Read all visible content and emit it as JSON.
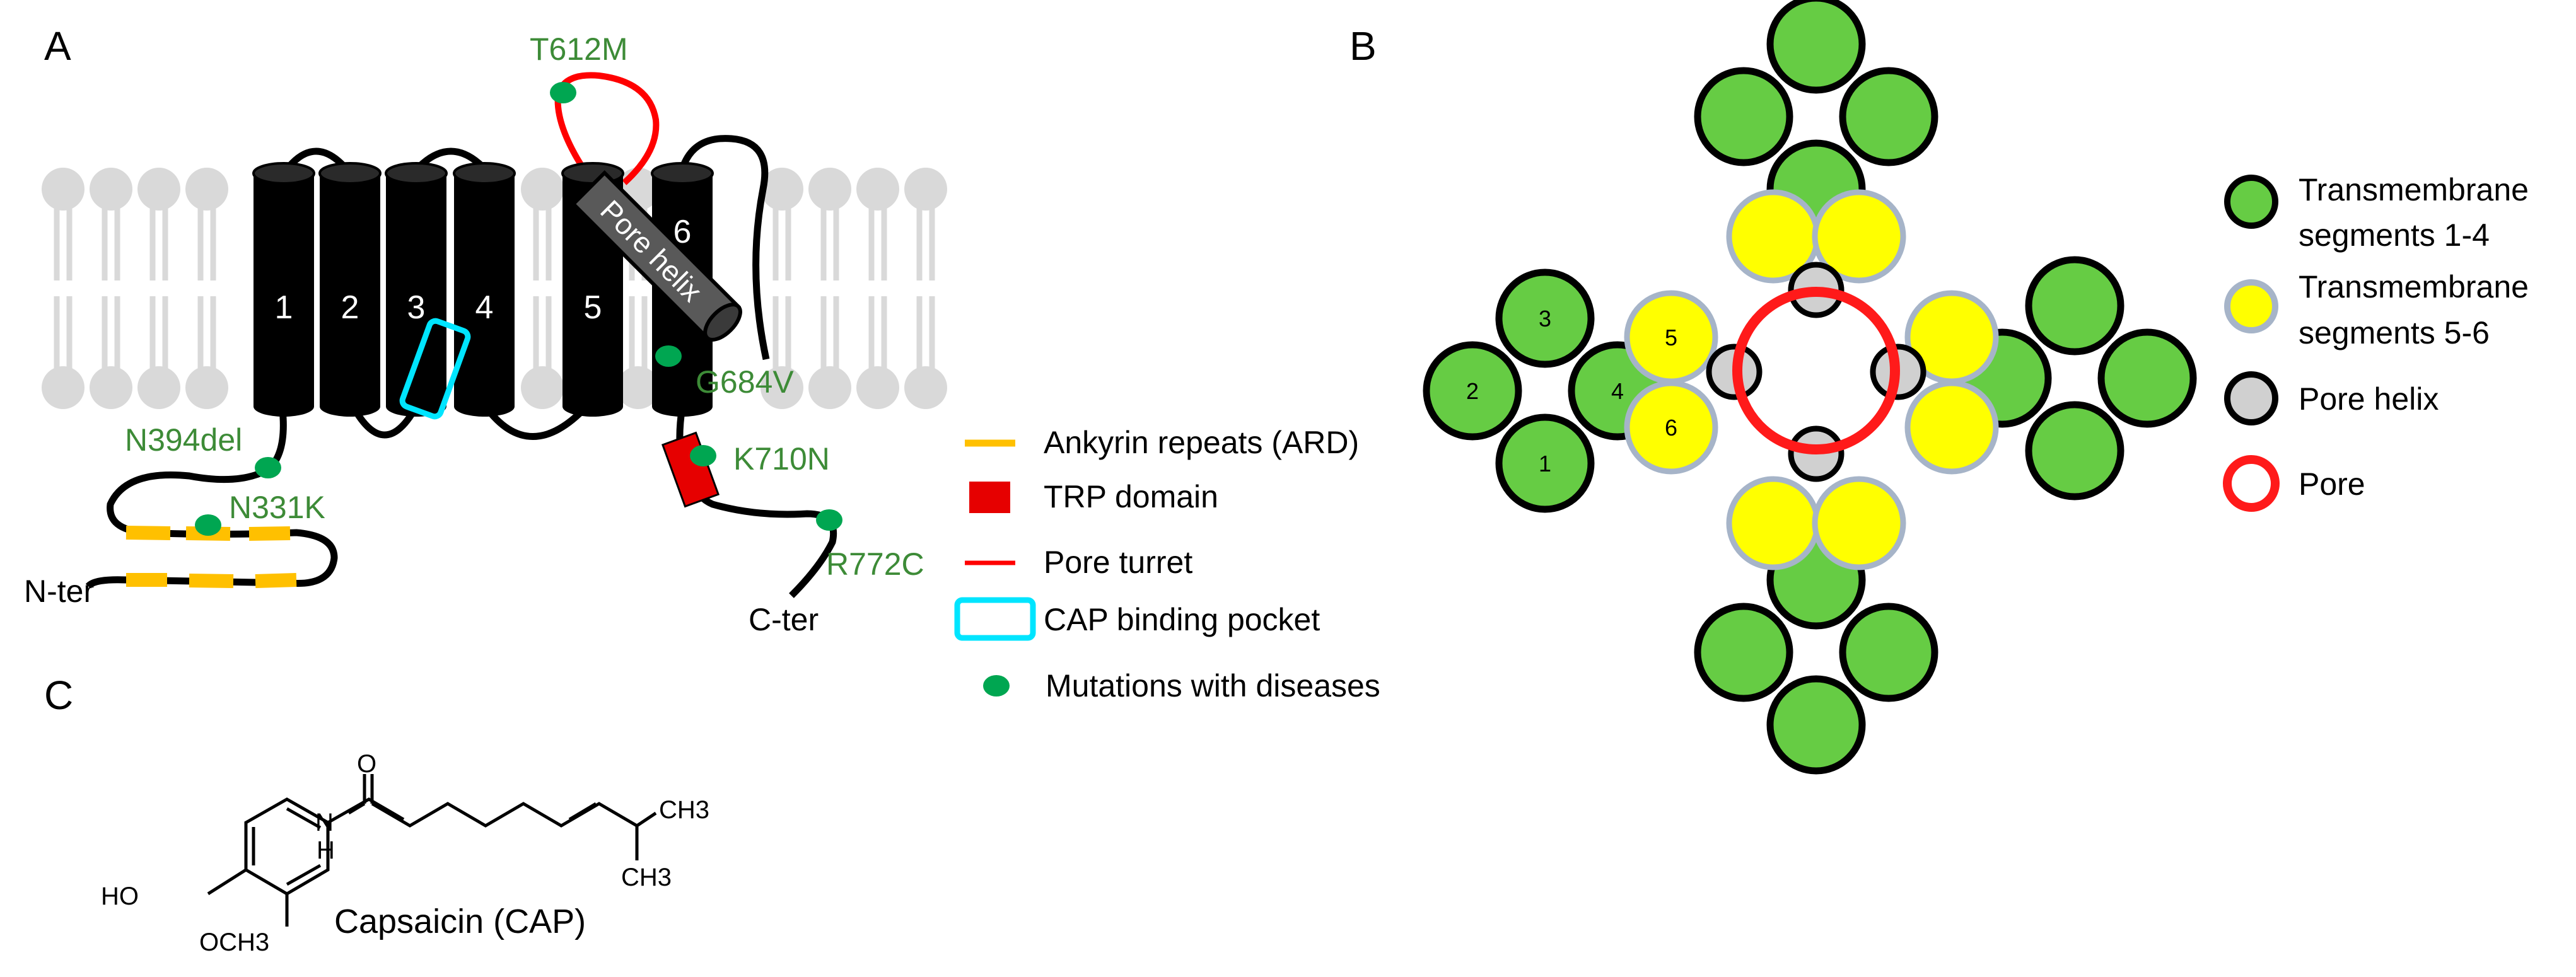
{
  "panels": {
    "a": "A",
    "b": "B",
    "c": "C"
  },
  "panel_a": {
    "helices": [
      "1",
      "2",
      "3",
      "4",
      "5",
      "6"
    ],
    "pore_helix_label": "Pore helix",
    "n_terminus": "N-ter",
    "c_terminus": "C-ter",
    "mutations": {
      "t612m": "T612M",
      "g684v": "G684V",
      "k710n": "K710N",
      "r772c": "R772C",
      "n394del": "N394del",
      "n331k": "N331K"
    },
    "legend": {
      "ard": "Ankyrin repeats (ARD)",
      "trp": "TRP domain",
      "turret": "Pore turret",
      "cap_pocket": "CAP binding pocket",
      "mutations": "Mutations with diseases"
    },
    "colors": {
      "helix": "#000000",
      "pore_helix": "#595959",
      "ankyrin": "#ffc000",
      "trp": "#e60000",
      "turret": "#ff0000",
      "cap_pocket": "#00e5ff",
      "mutation": "#00a651",
      "mutation_label": "#3d8b37",
      "lipid": "#d9d9d9"
    }
  },
  "panel_b": {
    "tm_labels": [
      "1",
      "2",
      "3",
      "4"
    ],
    "s56_labels": [
      "5",
      "6"
    ],
    "legend": {
      "tm14_line1": "Transmembrane",
      "tm14_line2": "segments 1-4",
      "tm56_line1": "Transmembrane",
      "tm56_line2": "segments 5-6",
      "pore_helix": "Pore helix",
      "pore": "Pore"
    },
    "colors": {
      "tm14": "#66cc44",
      "tm56": "#ffff00",
      "tm56_stroke": "#a6b4c8",
      "pore_helix": "#d0d0d0",
      "pore": "#ff1a1a"
    }
  },
  "panel_c": {
    "name": "Capsaicin (CAP)",
    "atoms": {
      "oxygen": "O",
      "nh": "H",
      "nitrogen": "N",
      "ho": "HO",
      "och3": "OCH3",
      "ch3_top": "CH3",
      "ch3_bottom": "CH3"
    }
  }
}
